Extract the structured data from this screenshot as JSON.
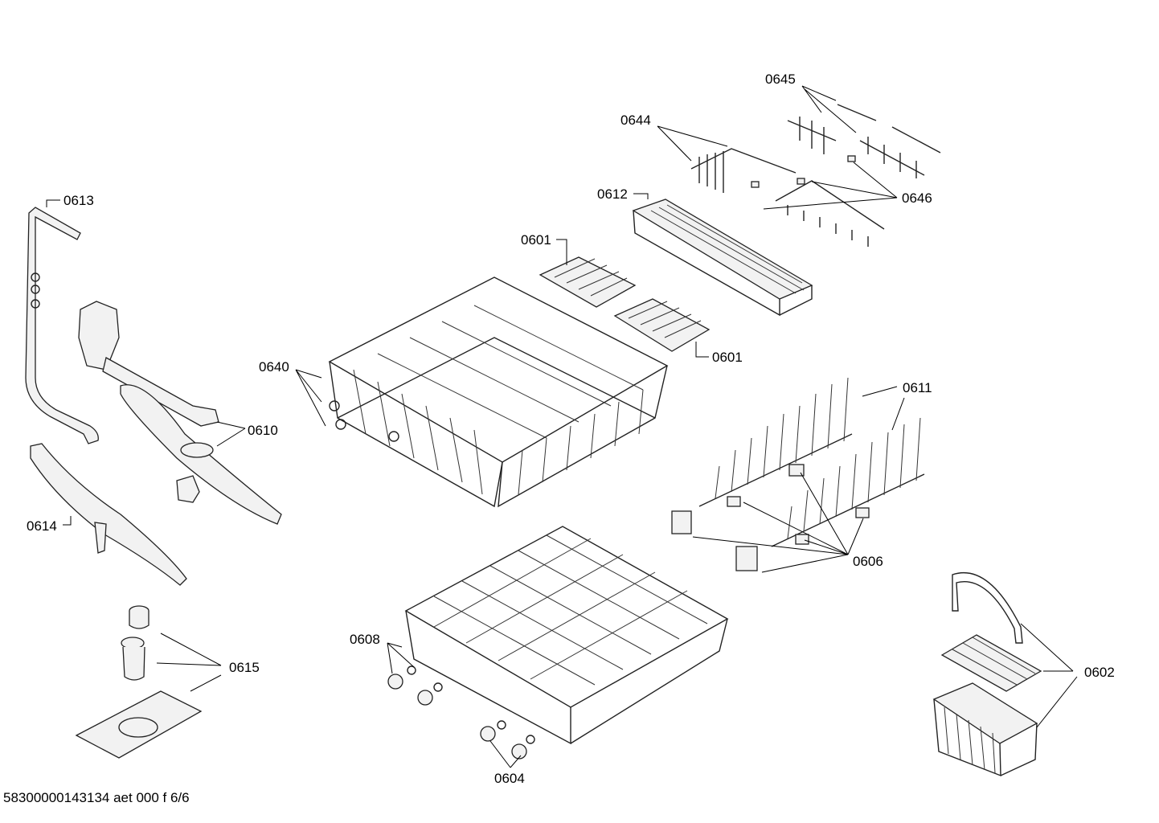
{
  "labels": {
    "p0645": "0645",
    "p0644": "0644",
    "p0612": "0612",
    "p0646": "0646",
    "p0613": "0613",
    "p0601a": "0601",
    "p0601b": "0601",
    "p0640": "0640",
    "p0611": "0611",
    "p0610": "0610",
    "p0614": "0614",
    "p0606": "0606",
    "p0608": "0608",
    "p0615": "0615",
    "p0602": "0602",
    "p0604": "0604"
  },
  "footer": {
    "code": "58300000143134 aet 000 f 6/6"
  },
  "colors": {
    "line": "#222222",
    "fill": "#f2f2f2",
    "background": "#ffffff"
  }
}
